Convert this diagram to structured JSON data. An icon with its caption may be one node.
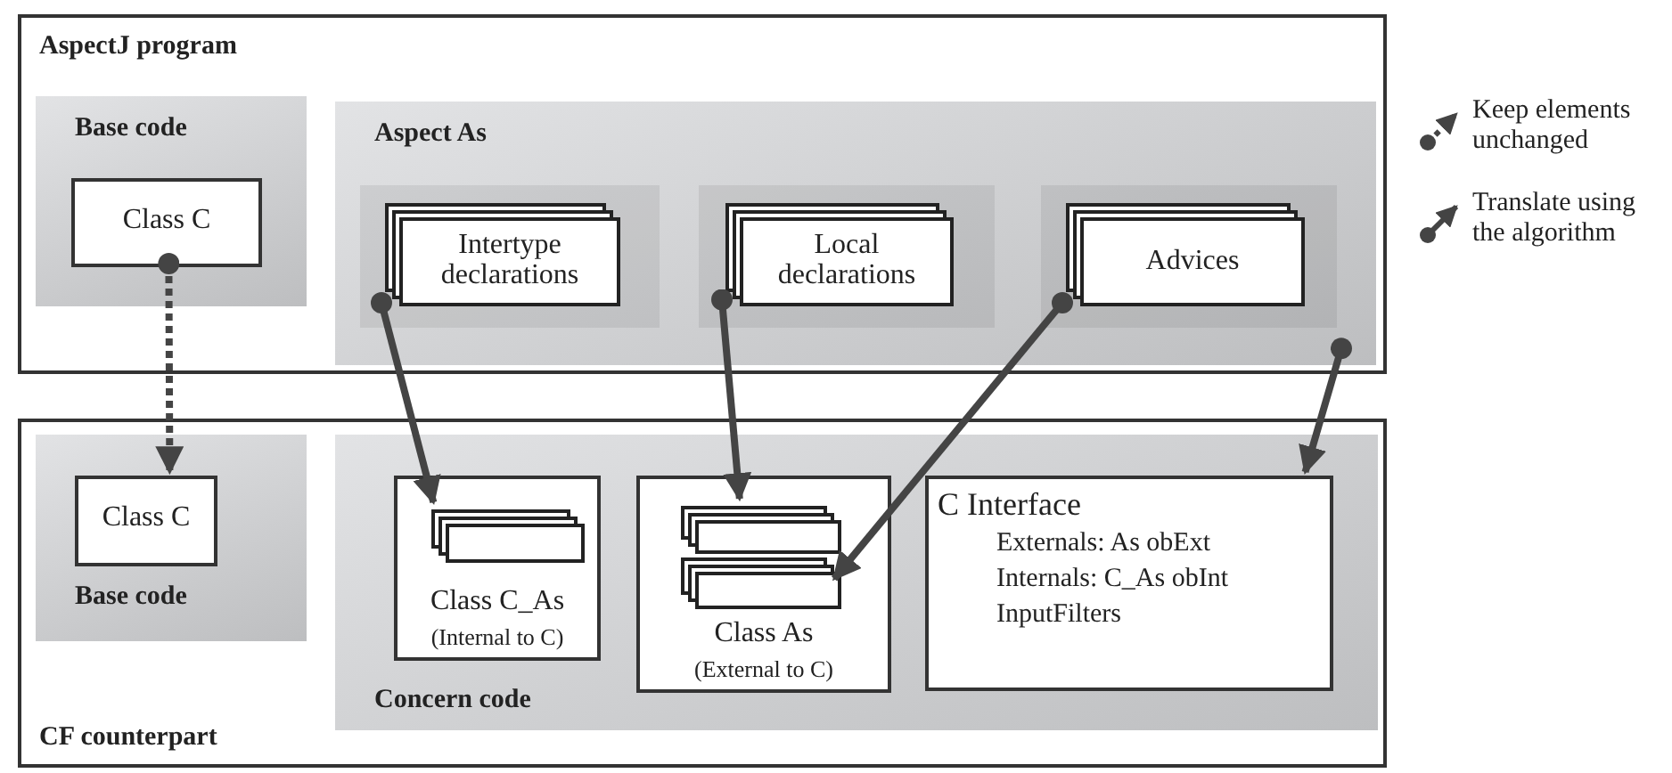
{
  "diagram": {
    "nodes": [
      {
        "text": [
          "AspectJ program"
        ]
      },
      {
        "text": [
          "Base code"
        ],
        "in": 0
      },
      {
        "text": [
          "Class C"
        ],
        "in": 1
      },
      {
        "text": [
          "Aspect As"
        ],
        "in": 0
      },
      {
        "text": [
          "Intertype declarations"
        ],
        "in": 3
      },
      {
        "text": [
          "Local declarations"
        ],
        "in": 3
      },
      {
        "text": [
          "Advices"
        ],
        "in": 3
      },
      {
        "text": [
          "CF counterpart"
        ]
      },
      {
        "text": [
          "Base code"
        ],
        "in": 7
      },
      {
        "text": [
          "Class C"
        ],
        "in": 8
      },
      {
        "text": [
          "Concern code"
        ],
        "in": 7
      },
      {
        "text": [
          "Class C_As",
          "(Internal to C)"
        ],
        "in": 10
      },
      {
        "text": [],
        "shape": "box",
        "in": 11
      },
      {
        "text": [
          "Class As",
          "(External to C)"
        ],
        "in": 10
      },
      {
        "text": [],
        "shape": "box",
        "in": 13
      },
      {
        "text": [],
        "shape": "box",
        "in": 13
      },
      {
        "text": [
          "C Interface",
          "Externals: As obExt",
          "Internals: C_As obInt",
          "InputFilters"
        ],
        "in": 10
      }
    ],
    "edges": [
      {
        "from": 2,
        "to": 9,
        "arrow": "to",
        "style": "dashed"
      },
      {
        "from": 4,
        "to": 12,
        "arrow": "to"
      },
      {
        "from": 5,
        "to": 14,
        "arrow": "to"
      },
      {
        "from": 6,
        "to": 15,
        "arrow": "to"
      },
      {
        "from": 3,
        "to": 16,
        "arrow": "to"
      }
    ],
    "legend": [
      {
        "text": "Keep elements unchanged"
      },
      {
        "text": "Translate using the algorithm"
      }
    ]
  }
}
